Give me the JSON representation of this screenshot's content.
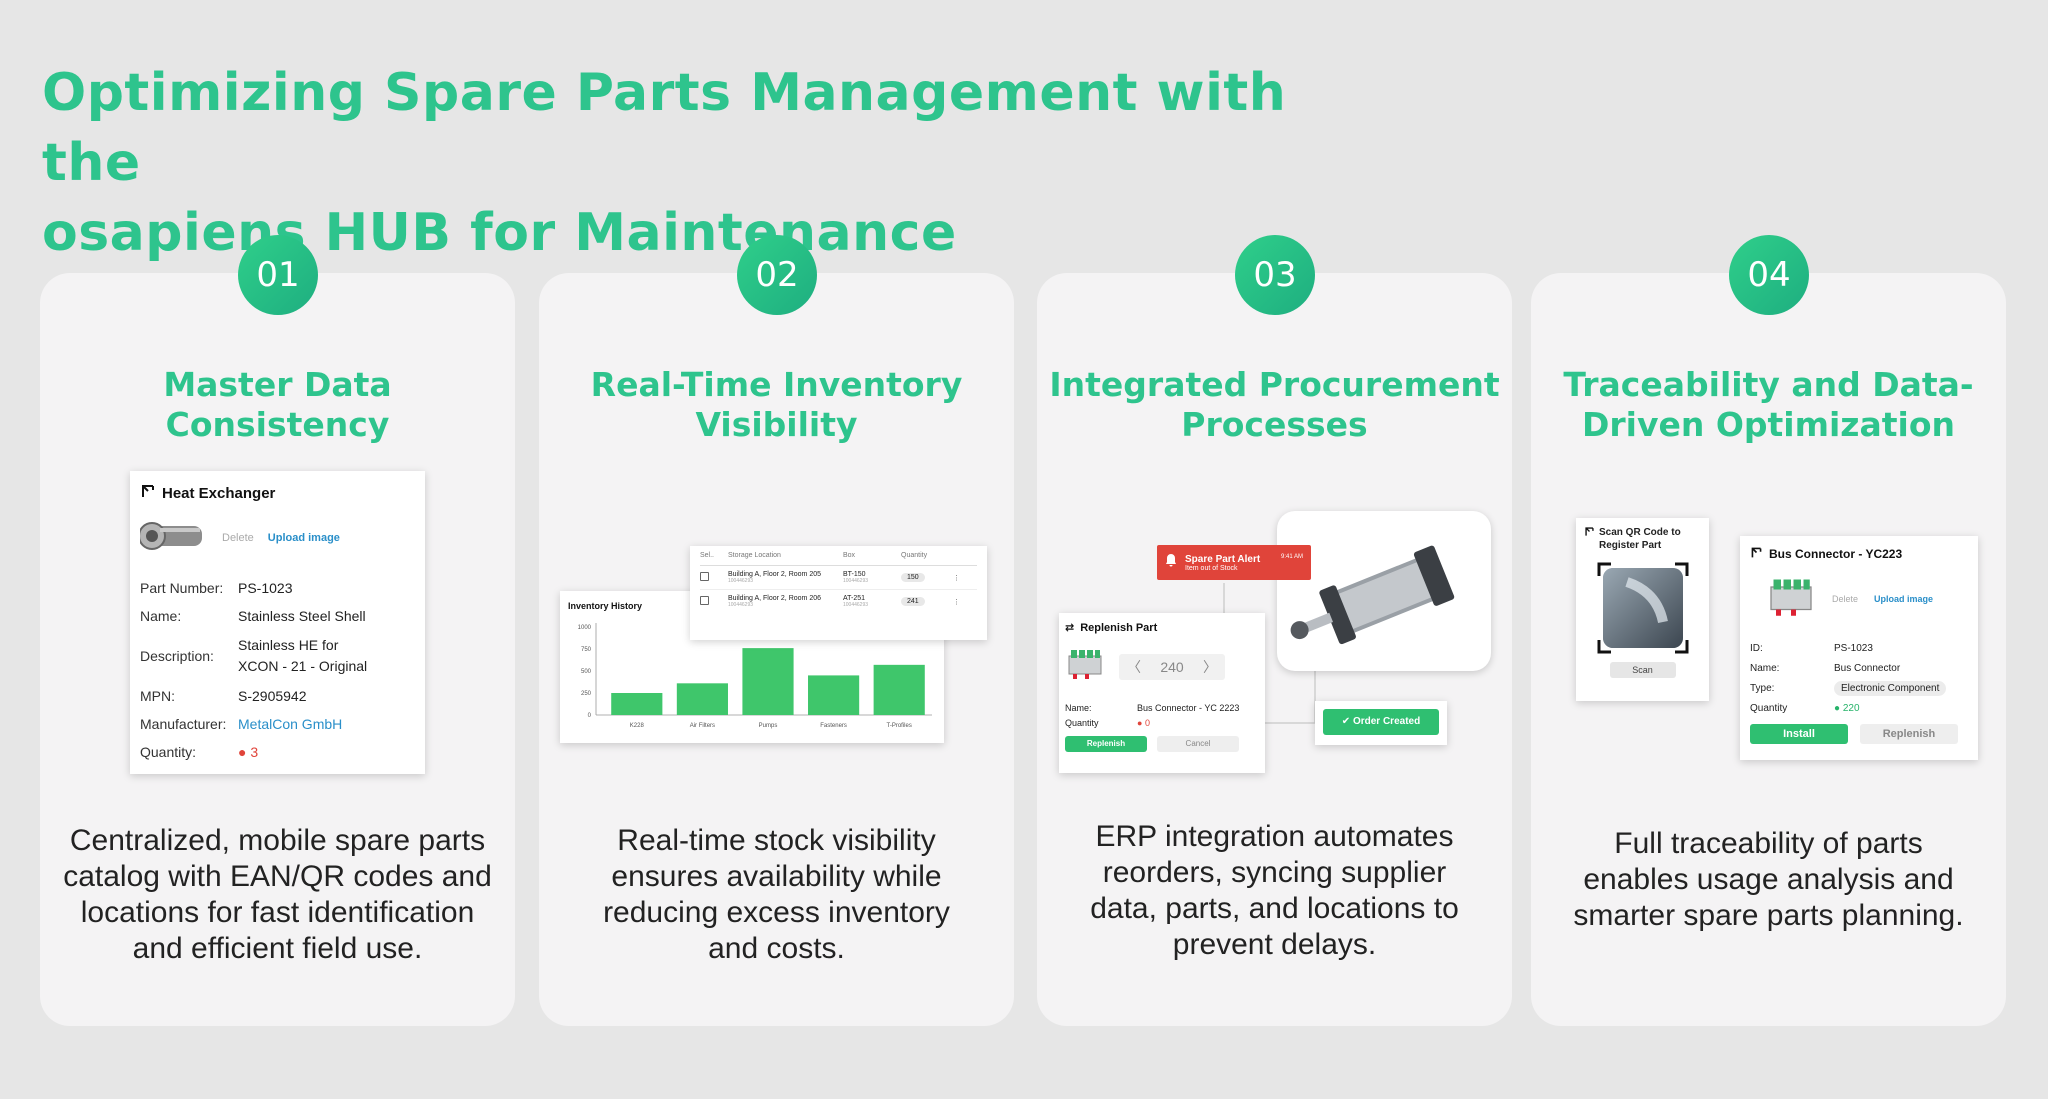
{
  "title_line1": "Optimizing Spare Parts Management with the",
  "title_line2": "osapiens HUB for Maintenance",
  "cards": [
    {
      "num": "01",
      "title_lines": [
        "Master Data Consistency"
      ],
      "desc_lines": [
        "Centralized, mobile spare parts",
        "catalog with EAN/QR codes and",
        "locations for fast identification",
        "and efficient field use."
      ],
      "shot": {
        "title": "Heat Exchanger",
        "delete_label": "Delete",
        "upload_label": "Upload image",
        "fields": [
          {
            "k": "Part Number:",
            "v": "PS-1023"
          },
          {
            "k": "Name:",
            "v": "Stainless Steel Shell"
          },
          {
            "k": "Description:",
            "v": "Stainless HE for XCON - 21 - Original"
          },
          {
            "k": "MPN:",
            "v": "S-2905942"
          },
          {
            "k": "Manufacturer:",
            "v": "MetalCon GmbH"
          },
          {
            "k": "Quantity:",
            "v": "3"
          }
        ]
      }
    },
    {
      "num": "02",
      "title_lines": [
        "Real-Time Inventory",
        "Visibility"
      ],
      "desc_lines": [
        "Real-time stock visibility",
        "ensures availability while",
        "reducing excess inventory",
        "and costs."
      ],
      "table": {
        "headers": [
          "Sel..",
          "Storage Location",
          "Box",
          "Quantity"
        ],
        "rows": [
          {
            "loc": "Building A, Floor 2, Room 205",
            "id": "100446293",
            "box": "BT-150",
            "box_id": "100446293",
            "qty": "150"
          },
          {
            "loc": "Building A, Floor 2, Room 206",
            "id": "100446293",
            "box": "AT-251",
            "box_id": "100446293",
            "qty": "241"
          }
        ]
      }
    },
    {
      "num": "03",
      "title_lines": [
        "Integrated Procurement",
        "Processes"
      ],
      "desc_lines": [
        "ERP integration automates",
        "reorders, syncing supplier",
        "data, parts, and locations to",
        "prevent delays."
      ],
      "alert": {
        "title": "Spare Part Alert",
        "time": "9:41 AM",
        "sub": "Item out of Stock"
      },
      "replenish": {
        "title": "Replenish Part",
        "value": "240",
        "name_label": "Name:",
        "name_value": "Bus Connector - YC 2223",
        "qty_label": "Quantity",
        "qty_value": "0",
        "btn_primary": "Replenish",
        "btn_secondary": "Cancel"
      },
      "order_created": "Order Created"
    },
    {
      "num": "04",
      "title_lines": [
        "Traceability and Data-",
        "Driven Optimization"
      ],
      "desc_lines": [
        "Full traceability of parts",
        "enables usage analysis and",
        "smarter spare parts planning."
      ],
      "scan": {
        "title_line1": "Scan QR Code to",
        "title_line2": "Register Part",
        "button": "Scan"
      },
      "bus": {
        "title": "Bus Connector - YC223",
        "delete_label": "Delete",
        "upload_label": "Upload image",
        "fields": [
          {
            "k": "ID:",
            "v": "PS-1023"
          },
          {
            "k": "Name:",
            "v": "Bus Connector"
          },
          {
            "k": "Type:",
            "v": "Electronic Component"
          },
          {
            "k": "Quantity",
            "v": "220"
          }
        ],
        "btn_primary": "Install",
        "btn_secondary": "Replenish"
      }
    }
  ],
  "chart_data": {
    "type": "bar",
    "title": "Inventory History",
    "categories": [
      "K228",
      "Air Filters",
      "Pumps",
      "Fasteners",
      "T-Profiles"
    ],
    "values": [
      250,
      360,
      760,
      450,
      570
    ],
    "ylim": [
      0,
      1000
    ],
    "yticks": [
      "0",
      "250",
      "500",
      "750",
      "1000"
    ],
    "bar_color": "#3fc66b",
    "grid": false
  },
  "colors": {
    "accent": "#2ec48d",
    "card_bg": "#f4f3f4",
    "page_bg": "#e6e6e6",
    "alert": "#e0443a",
    "button": "#2fbf71"
  }
}
